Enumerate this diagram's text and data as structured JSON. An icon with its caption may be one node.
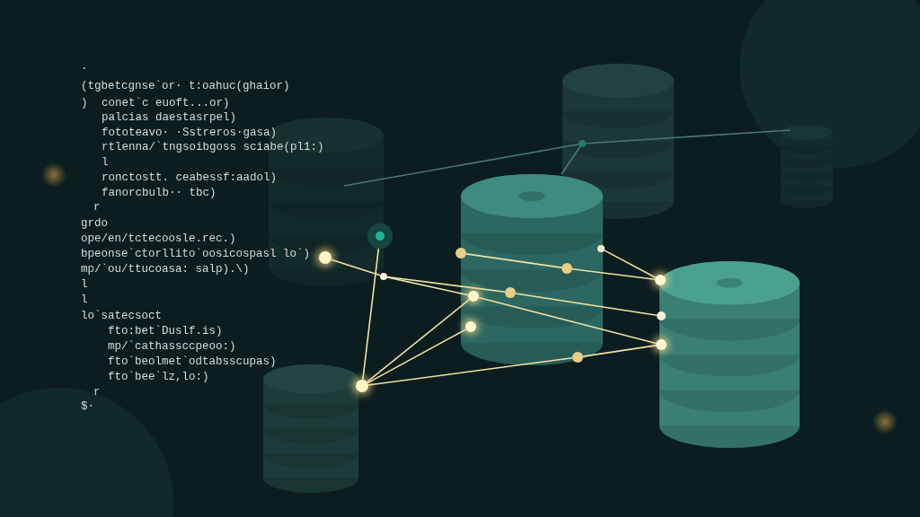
{
  "diagram": {
    "nodes": [
      {
        "text": [],
        "shape": "circle"
      },
      {
        "text": [],
        "shape": "circle"
      },
      {
        "text": [],
        "shape": "circle"
      },
      {
        "text": [],
        "shape": "circle"
      },
      {
        "text": [],
        "shape": "circle"
      },
      {
        "text": [],
        "shape": "circle"
      },
      {
        "text": [],
        "shape": "circle"
      },
      {
        "text": [],
        "shape": "circle"
      },
      {
        "text": [],
        "shape": "circle"
      },
      {
        "text": [],
        "shape": "circle"
      },
      {
        "text": [],
        "shape": "circle"
      },
      {
        "text": [],
        "shape": "circle"
      },
      {
        "text": [],
        "shape": "circle"
      },
      {
        "text": [],
        "shape": "circle"
      },
      {
        "text": [],
        "shape": "circle"
      }
    ],
    "edges": [
      {
        "from": 0,
        "to": 1,
        "arrow": "none"
      },
      {
        "from": 1,
        "to": 5,
        "arrow": "none"
      },
      {
        "from": 1,
        "to": 6,
        "arrow": "none"
      },
      {
        "from": 6,
        "to": 8,
        "arrow": "none"
      },
      {
        "from": 2,
        "to": 3,
        "arrow": "none"
      },
      {
        "from": 3,
        "to": 7,
        "arrow": "none"
      },
      {
        "from": 4,
        "to": 7,
        "arrow": "none"
      },
      {
        "from": 5,
        "to": 10,
        "arrow": "none"
      },
      {
        "from": 12,
        "to": 13,
        "arrow": "none"
      },
      {
        "from": 12,
        "to": 5,
        "arrow": "none"
      },
      {
        "from": 12,
        "to": 9,
        "arrow": "none"
      },
      {
        "from": 12,
        "to": 11,
        "arrow": "none"
      },
      {
        "from": 11,
        "to": 10,
        "arrow": "none"
      },
      {
        "from": null,
        "to": 14,
        "arrow": "none",
        "color": "#4d7774"
      },
      {
        "from": 14,
        "to": null,
        "arrow": "none",
        "color": "#4d7774"
      },
      {
        "from": 14,
        "to": null,
        "arrow": "none",
        "color": "#4d7774"
      }
    ],
    "labels": [
      ".",
      "(tgbetcgnse`or· t:oahuc(ghaior)",
      ")",
      "conet`c euoft...or)",
      "palcias daestasrpel)",
      "fototeavo· ·Sstreros·gasa)",
      "rtlenna/`tngsoibgoss sciabe(pl1:)",
      "l",
      "ronctostt. ceabessf:aadol)",
      "fanorcbulb·· tbc)",
      "r",
      "grdo",
      "ope/en/tctecoosle.rec.)",
      "bpeonse`ctorllito`oosicospasl lo`)",
      "mp/`ou/ttucoasa: salp).\\)",
      "l",
      "l",
      "lo`satecsoct",
      "fto:bet`Duslf.is)",
      "mp/`cathassccpeoo:)",
      "fto`beolmet`odtabsscupas)",
      "fto`bee`lz,lo:)",
      "r",
      "$·"
    ]
  }
}
